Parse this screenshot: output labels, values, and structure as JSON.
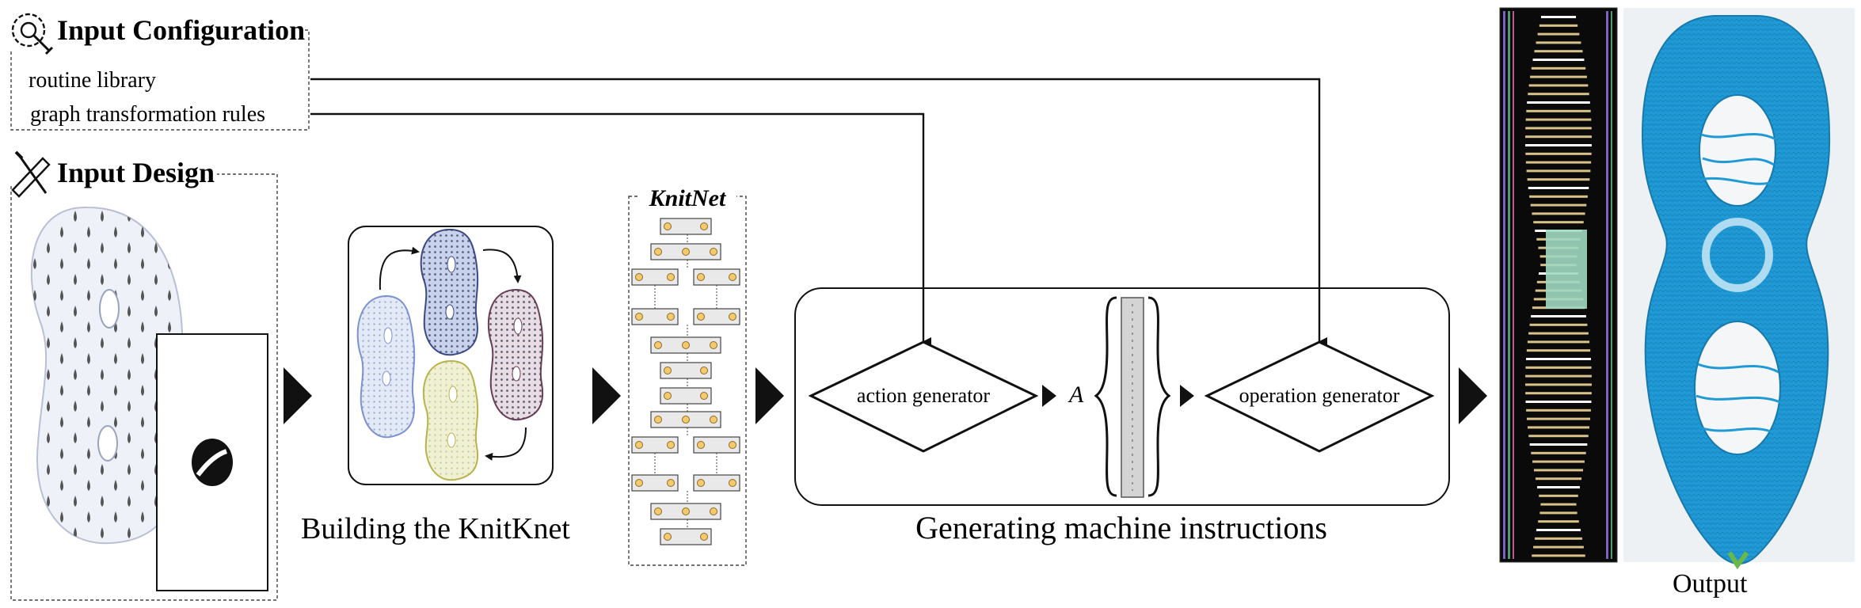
{
  "input_configuration": {
    "title": "Input Configuration",
    "icon": "gear-wrench-icon",
    "items": [
      "routine library",
      "graph transformation rules"
    ]
  },
  "input_design": {
    "title": "Input Design",
    "icon": "ruler-pencil-icon"
  },
  "knitnet": {
    "title": "KnitNet"
  },
  "stages": {
    "building": "Building the KnitKnet",
    "generating": "Generating machine instructions",
    "output": "Output"
  },
  "generators": {
    "action": "action generator",
    "operation": "operation generator",
    "action_symbol": "A"
  },
  "colors": {
    "yarn_blue": "#1f9ad6",
    "mesh_blue": "#6f86c8",
    "mesh_dark": "#4a4f66",
    "mesh_yellow": "#d8c84a",
    "node_fill": "#f6c96a"
  }
}
